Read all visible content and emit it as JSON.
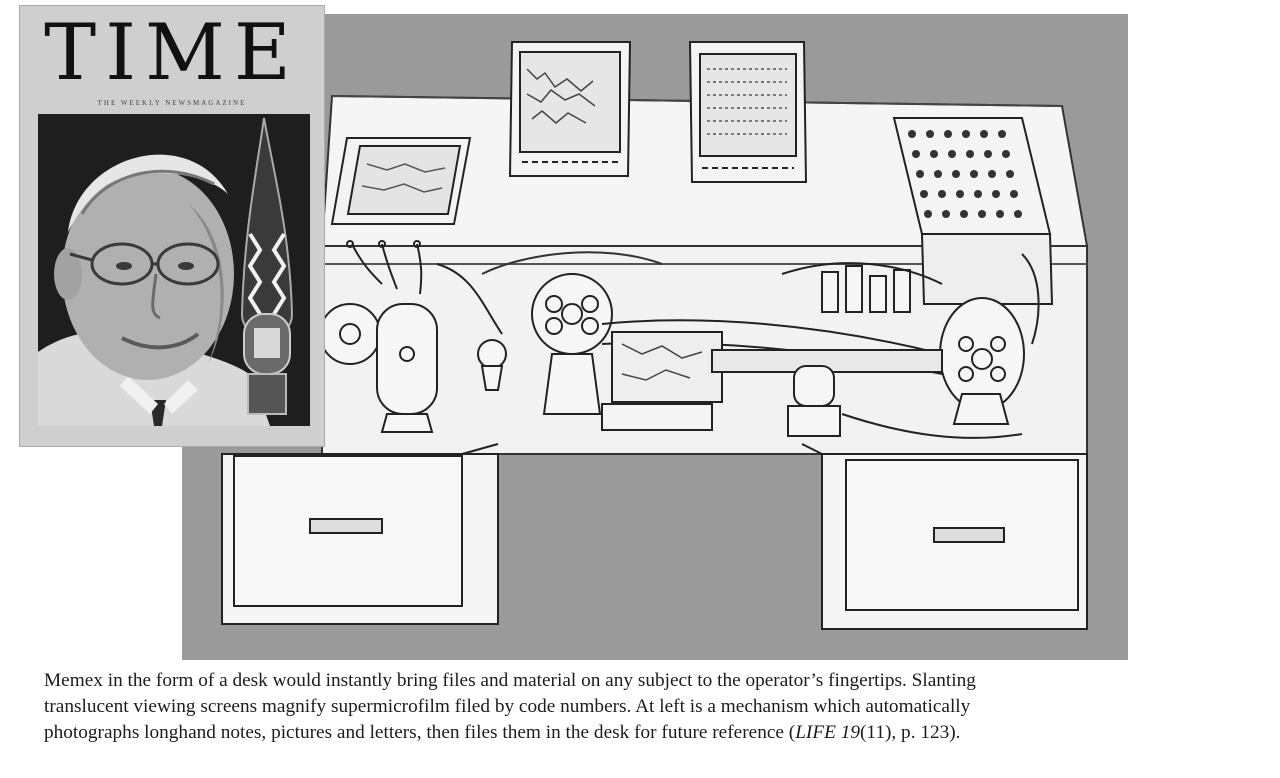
{
  "time_cover": {
    "masthead": "TIME",
    "tagline": "THE WEEKLY NEWSMAGAZINE",
    "cover_caption": ""
  },
  "caption": {
    "line1": "Memex in the form of a desk would instantly bring files and material on any subject to the operator’s fingertips. Slanting",
    "line2": "translucent viewing screens magnify supermicrofilm filed by code numbers. At left is a mechanism which automatically",
    "line3_start": "photographs longhand notes, pictures and letters, then files them in the desk for future reference (",
    "line3_journal": "LIFE 19",
    "line3_end": "(11), p. 123)."
  },
  "colors": {
    "plate_background": "#9a9a9a",
    "desk_fill": "#f4f4f4",
    "line_art": "#222222",
    "portrait_background": "#1e1e1e",
    "caption_text": "#1c1c1c"
  },
  "icons": {
    "time_portrait": "portrait-photo",
    "vacuum_tube": "vacuum-tube-icon",
    "memex_desk": "memex-desk-drawing"
  }
}
